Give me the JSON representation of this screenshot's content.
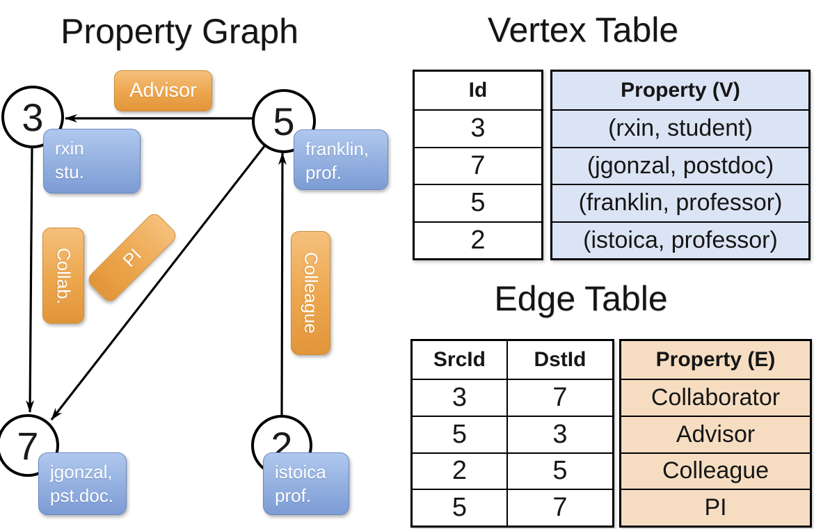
{
  "titles": {
    "graph": "Property Graph",
    "vertex": "Vertex Table",
    "edge": "Edge Table"
  },
  "graph": {
    "nodes": [
      {
        "id": "3"
      },
      {
        "id": "5"
      },
      {
        "id": "7"
      },
      {
        "id": "2"
      }
    ],
    "vertex_labels": [
      {
        "line1": "rxin",
        "line2": "stu."
      },
      {
        "line1": "franklin,",
        "line2": "prof."
      },
      {
        "line1": "jgonzal,",
        "line2": "pst.doc."
      },
      {
        "line1": "istoica",
        "line2": "prof."
      }
    ],
    "edge_labels": [
      {
        "label": "Advisor"
      },
      {
        "label": "Collab."
      },
      {
        "label": "PI"
      },
      {
        "label": "Colleague"
      }
    ]
  },
  "vertex_table": {
    "headers": {
      "id": "Id",
      "property": "Property (V)"
    },
    "rows": [
      {
        "id": "3",
        "property": "(rxin, student)"
      },
      {
        "id": "7",
        "property": "(jgonzal, postdoc)"
      },
      {
        "id": "5",
        "property": "(franklin, professor)"
      },
      {
        "id": "2",
        "property": "(istoica, professor)"
      }
    ]
  },
  "edge_table": {
    "headers": {
      "src": "SrcId",
      "dst": "DstId",
      "property": "Property (E)"
    },
    "rows": [
      {
        "src": "3",
        "dst": "7",
        "property": "Collaborator"
      },
      {
        "src": "5",
        "dst": "3",
        "property": "Advisor"
      },
      {
        "src": "2",
        "dst": "5",
        "property": "Colleague"
      },
      {
        "src": "5",
        "dst": "7",
        "property": "PI"
      }
    ]
  },
  "colors": {
    "edge_pill_orange": "#ECA64D",
    "vertex_pill_blue": "#92AFDF",
    "vertex_cell_bg": "#DBE4F4",
    "edge_cell_bg": "#F6DDC2",
    "line": "#000000",
    "text_on_pill": "#FFFFFF"
  }
}
